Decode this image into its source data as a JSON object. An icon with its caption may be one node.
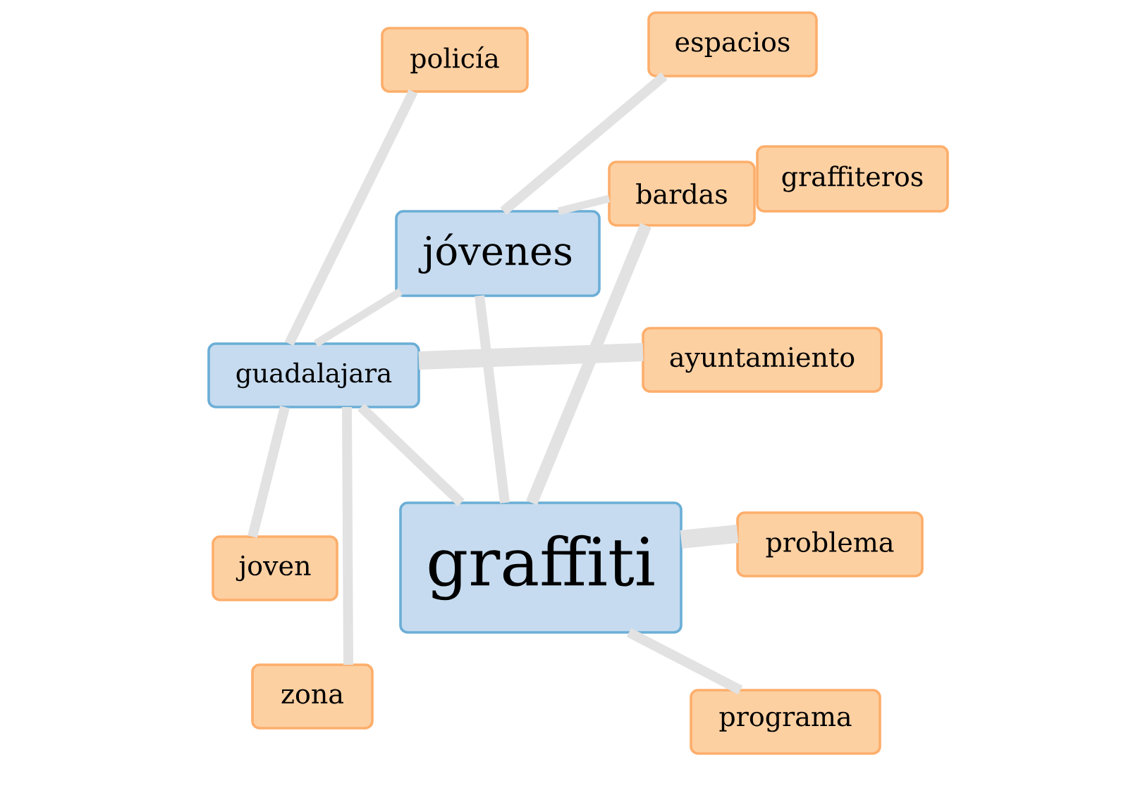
{
  "diagram": {
    "nodes": [
      {
        "text": [
          "policía"
        ]
      },
      {
        "text": [
          "espacios"
        ]
      },
      {
        "text": [
          "bardas"
        ]
      },
      {
        "text": [
          "graffiteros"
        ]
      },
      {
        "text": [
          "jóvenes"
        ]
      },
      {
        "text": [
          "guadalajara"
        ]
      },
      {
        "text": [
          "ayuntamiento"
        ]
      },
      {
        "text": [
          "graffiti"
        ]
      },
      {
        "text": [
          "problema"
        ]
      },
      {
        "text": [
          "joven"
        ]
      },
      {
        "text": [
          "zona"
        ]
      },
      {
        "text": [
          "programa"
        ]
      }
    ],
    "edges": [
      {
        "from": 0,
        "to": 5,
        "arrow": "none"
      },
      {
        "from": 1,
        "to": 4,
        "arrow": "none"
      },
      {
        "from": 2,
        "to": 4,
        "arrow": "none"
      },
      {
        "from": 4,
        "to": 5,
        "arrow": "none"
      },
      {
        "from": 5,
        "to": 6,
        "arrow": "none",
        "style": "thick"
      },
      {
        "from": 2,
        "to": 7,
        "arrow": "none"
      },
      {
        "from": 4,
        "to": 7,
        "arrow": "none"
      },
      {
        "from": 5,
        "to": 7,
        "arrow": "none"
      },
      {
        "from": 5,
        "to": 9,
        "arrow": "none"
      },
      {
        "from": 5,
        "to": 10,
        "arrow": "none"
      },
      {
        "from": 7,
        "to": 8,
        "arrow": "none",
        "style": "thick"
      },
      {
        "from": 7,
        "to": 11,
        "arrow": "none"
      }
    ]
  }
}
